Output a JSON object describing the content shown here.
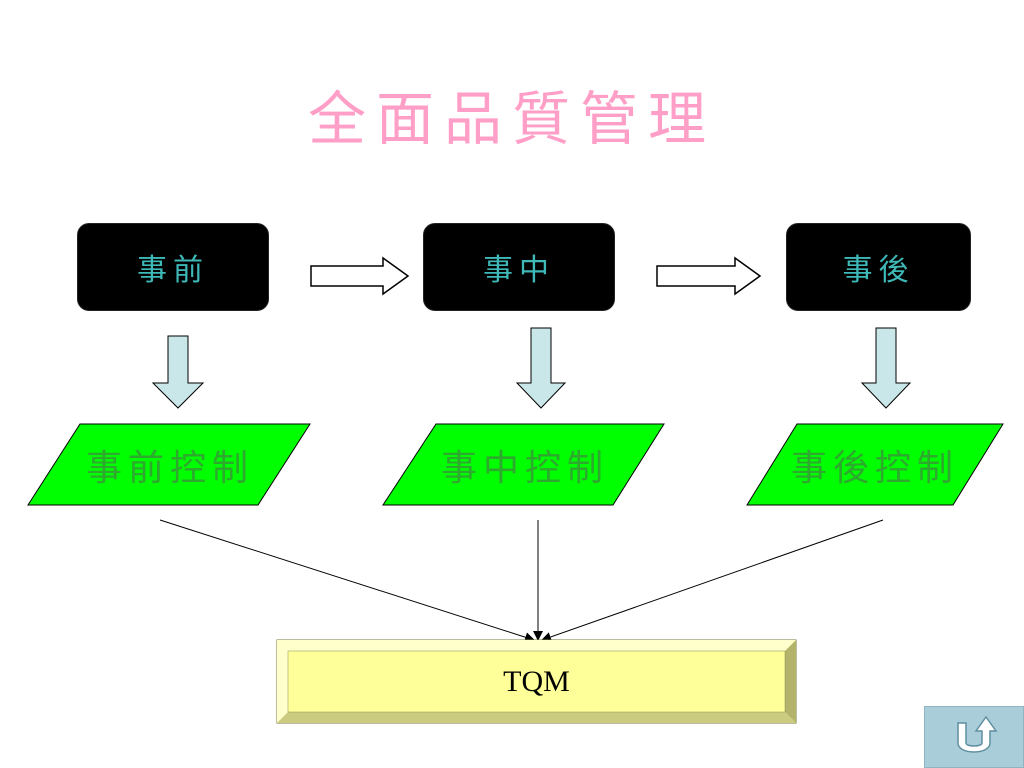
{
  "title": "全面品質管理",
  "stages": [
    {
      "label": "事前"
    },
    {
      "label": "事中"
    },
    {
      "label": "事後"
    }
  ],
  "controls": [
    {
      "label": "事前控制"
    },
    {
      "label": "事中控制"
    },
    {
      "label": "事後控制"
    }
  ],
  "result": {
    "label": "TQM"
  },
  "nav": {
    "icon": "u-turn-back-icon"
  },
  "colors": {
    "title": "#ff9ec6",
    "stage_bg": "#000000",
    "stage_text": "#3fb8b8",
    "control_fill": "#00ff00",
    "control_text": "#2ea82e",
    "arrow_fill": "#c9e6e8",
    "tqm_fill": "#ffff99",
    "nav_bg": "#a9cdd9"
  }
}
